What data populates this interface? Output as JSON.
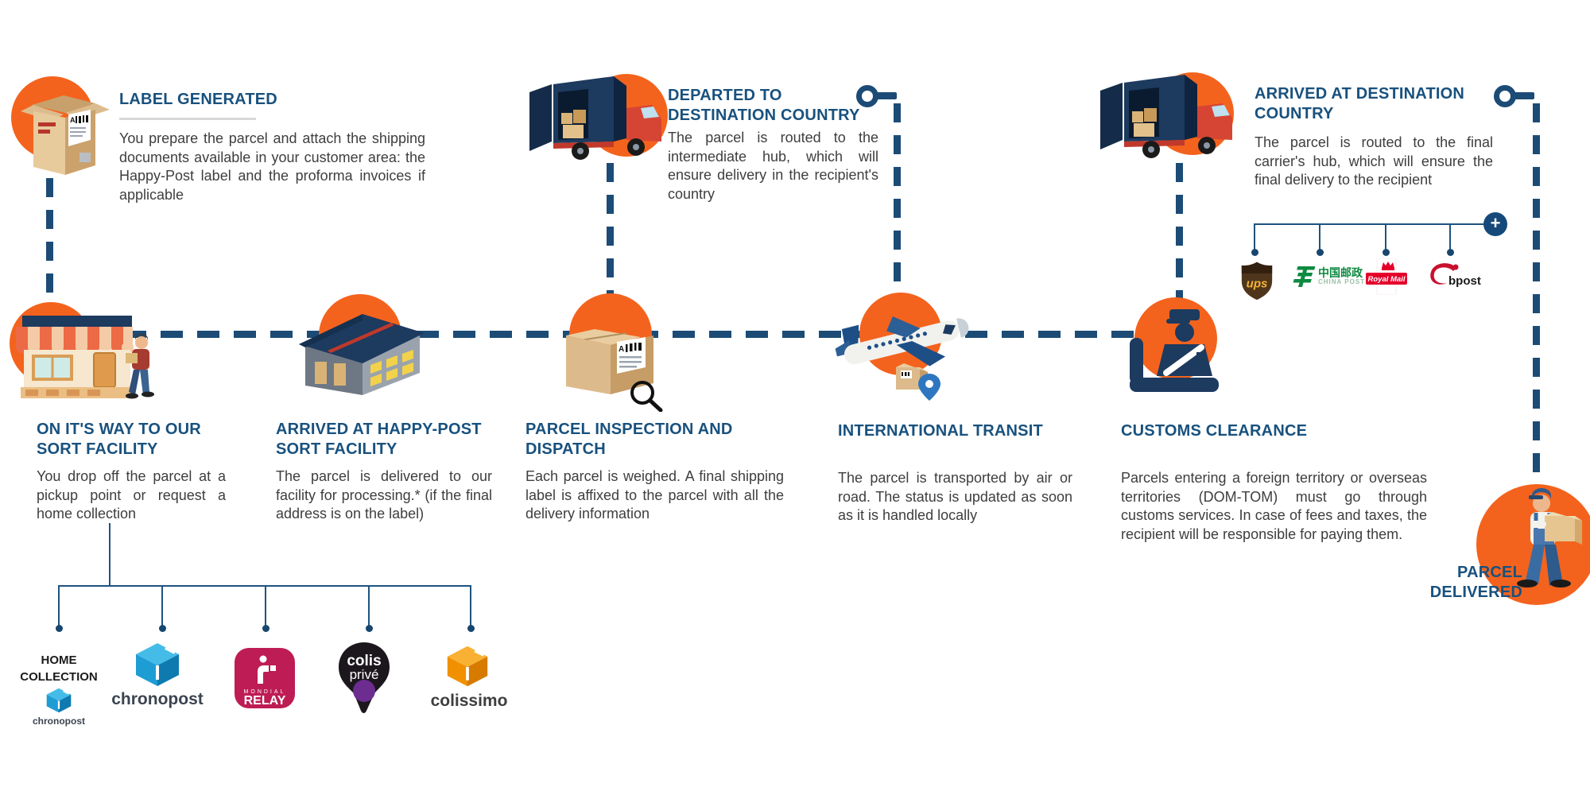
{
  "colors": {
    "orange": "#F4631D",
    "navy_heading": "#18517E",
    "navy_dash": "#1C4B76",
    "icon_navy": "#1D3A5F",
    "body_text": "#3E3E3E",
    "chronopost_blue": "#1E9CD4",
    "colissimo_orange": "#F19100",
    "mondial_relay_pink": "#BE1C54",
    "colis_prive_black": "#1C171D",
    "colis_prive_purple": "#6D2C90",
    "ups_brown": "#4F351B",
    "ups_gold": "#F5B335",
    "china_post_green": "#0E8A40",
    "royal_mail_red": "#E4002B",
    "bpost_red": "#C8102E"
  },
  "steps": {
    "label_generated": {
      "title": "LABEL GENERATED",
      "body": "You prepare the parcel and attach the shipping documents available in your customer area: the Happy-Post label and the proforma invoices if applicable"
    },
    "departed": {
      "title1": "DEPARTED TO",
      "title2": "DESTINATION COUNTRY",
      "body": "The parcel is routed to the intermediate hub, which will ensure delivery in the recipient's country"
    },
    "arrived_destination": {
      "title1": "ARRIVED AT DESTINATION",
      "title2": "COUNTRY",
      "body": "The parcel is routed to the final carrier's hub, which will ensure the final delivery to the recipient"
    },
    "on_its_way": {
      "title1": "ON IT'S WAY TO OUR",
      "title2": "SORT FACILITY",
      "body": "You drop off the parcel at a pickup point or request a home collection"
    },
    "arrived_sort": {
      "title1": "ARRIVED AT HAPPY-POST",
      "title2": "SORT FACILITY",
      "body": "The parcel is delivered to our facility for processing.* (if the final address is on the label)"
    },
    "inspection": {
      "title1": "PARCEL INSPECTION AND",
      "title2": "DISPATCH",
      "body": "Each parcel is weighed. A final shipping label is affixed to the parcel with all the delivery information"
    },
    "transit": {
      "title": "INTERNATIONAL TRANSIT",
      "body": "The parcel is transported by air or road. The status is updated as soon as it is handled locally"
    },
    "customs": {
      "title": "CUSTOMS CLEARANCE",
      "body": "Parcels entering a foreign territory or overseas territories (DOM-TOM) must go through customs services. In case of fees and taxes, the recipient will be responsible for paying them."
    },
    "delivered": {
      "title1": "PARCEL",
      "title2": "DELIVERED"
    }
  },
  "pickup_carriers": {
    "home_collection": {
      "label1": "HOME",
      "label2": "COLLECTION",
      "logo_text": "chronopost"
    },
    "chronopost": {
      "label": "chronopost"
    },
    "mondial_relay": {
      "line1": "MONDIAL",
      "line2": "RELAY"
    },
    "colis_prive": {
      "line1": "colis",
      "line2": "privé"
    },
    "colissimo": {
      "label": "colissimo"
    }
  },
  "destination_carriers": {
    "ups": {
      "label": "ups"
    },
    "china_post": {
      "cn": "中国邮政",
      "en": "CHINA POST"
    },
    "royal_mail": {
      "label": "Royal Mail"
    },
    "bpost": {
      "label": "bpost"
    },
    "more": {
      "label": "+"
    }
  }
}
